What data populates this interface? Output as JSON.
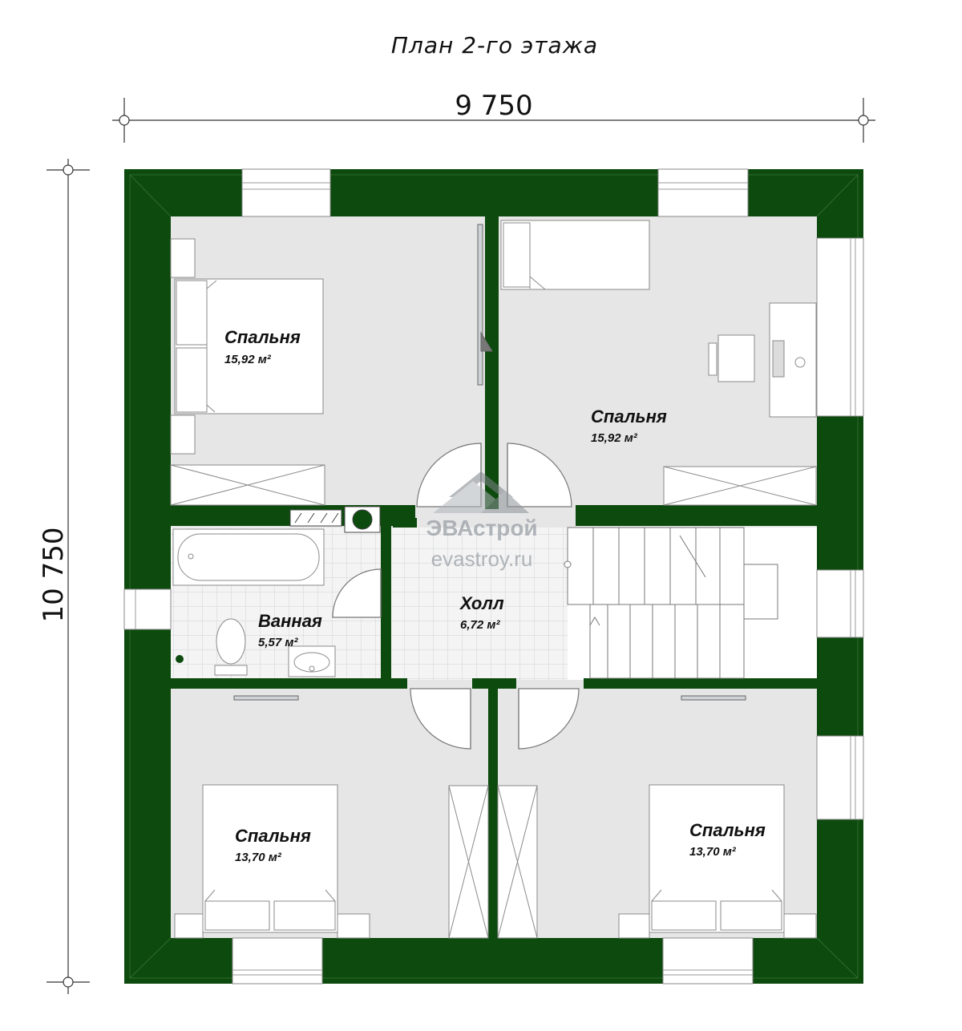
{
  "title": "План 2-го этажа",
  "dimensions": {
    "width": "9 750",
    "height": "10 750"
  },
  "rooms": [
    {
      "name": "Спальня",
      "area": "15,92 м²"
    },
    {
      "name": "Спальня",
      "area": "15,92 м²"
    },
    {
      "name": "Ванная",
      "area": "5,57 м²"
    },
    {
      "name": "Холл",
      "area": "6,72 м²"
    },
    {
      "name": "Спальня",
      "area": "13,70 м²"
    },
    {
      "name": "Спальня",
      "area": "13,70 м²"
    }
  ],
  "watermark": {
    "brand": "ЭВАстрой",
    "url": "evastroy.ru"
  },
  "colors": {
    "wall": "#0d4a0d",
    "floor": "#e6e6e7",
    "tile": "#f2f2f2"
  }
}
